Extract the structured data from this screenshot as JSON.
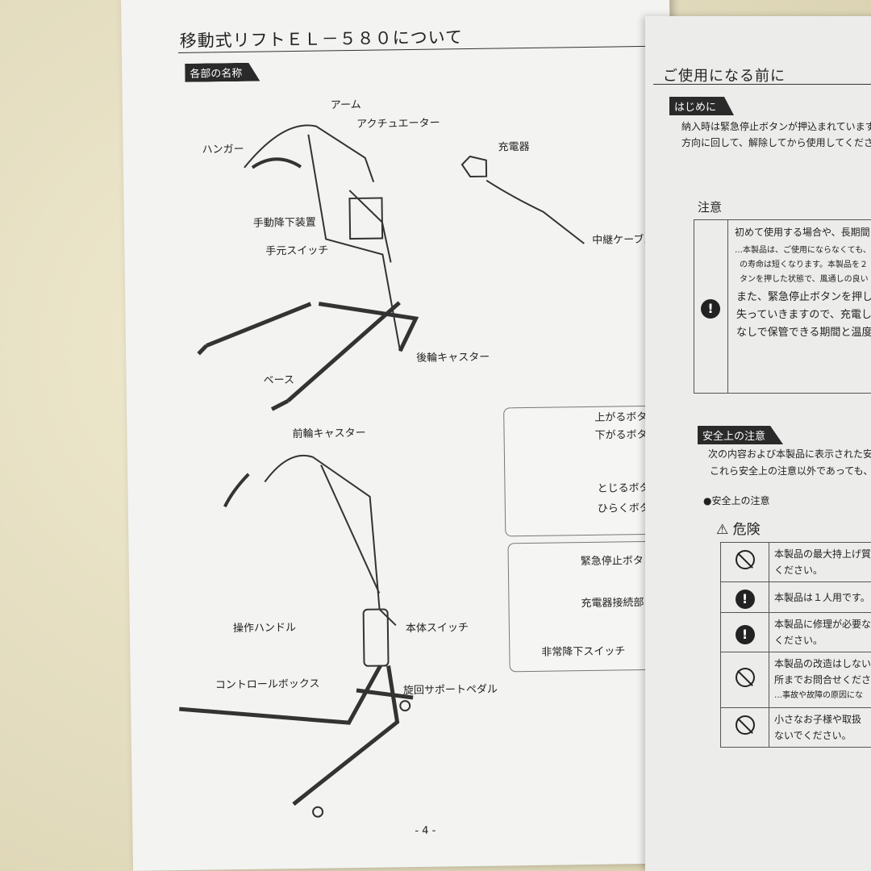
{
  "left_page": {
    "title": "移動式リフトＥＬ－５８０について",
    "section": "各部の名称",
    "labels_top": [
      "アーム",
      "アクチュエーター",
      "ハンガー",
      "充電器",
      "手動降下装置",
      "手元スイッチ",
      "中継ケーブル",
      "後輪キャスター",
      "ベース",
      "前輪キャスター"
    ],
    "labels_bottom": [
      "上がるボタン",
      "下がるボタン",
      "とじるボタン",
      "ひらくボタン",
      "緊急停止ボタン",
      "充電器接続部",
      "非常降下スイッチ",
      "操作ハンドル",
      "本体スイッチ",
      "コントロールボックス",
      "旋回サポートペダル"
    ],
    "page_number": "- 4 -"
  },
  "right_page": {
    "title": "ご使用になる前に",
    "intro_section": "はじめに",
    "intro_lines": [
      "納入時は緊急停止ボタンが押込まれています。",
      "方向に回して、解除してから使用してくださ"
    ],
    "caution_heading": "注意",
    "caution_lines": [
      "初めて使用する場合や、長期間",
      "…本製品は、ご使用にならなくても、少",
      "の寿命は短くなります。本製品を２",
      "タンを押した状態で、風通しの良い",
      "また、緊急停止ボタンを押して",
      "失っていきますので、充電し",
      "なしで保管できる期間と温度"
    ],
    "safety_section": "安全上の注意",
    "safety_lines": [
      "次の内容および本製品に表示された安",
      "これら安全上の注意以外であっても、"
    ],
    "safety_bullet": "●安全上の注意",
    "danger_heading": "危険",
    "danger_rows": [
      {
        "icon": "prohibited-icon",
        "lines": [
          "本製品の最大持上げ質量",
          "ください。"
        ]
      },
      {
        "icon": "mandatory-icon",
        "lines": [
          "本製品は１人用です。"
        ]
      },
      {
        "icon": "mandatory-icon",
        "lines": [
          "本製品に修理が必要な",
          "ください。"
        ]
      },
      {
        "icon": "prohibited-icon",
        "lines": [
          "本製品の改造はしない",
          "所までお問合せくださ",
          "…事故や故障の原因にな"
        ]
      },
      {
        "icon": "prohibited-icon",
        "lines": [
          "小さなお子様や取扱",
          "ないでください。"
        ]
      }
    ]
  }
}
